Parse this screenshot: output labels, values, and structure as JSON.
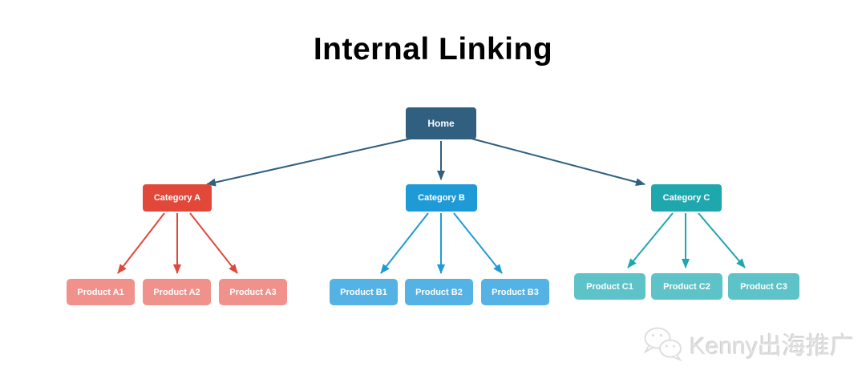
{
  "title": "Internal Linking",
  "tree": {
    "root": {
      "label": "Home"
    },
    "branches": [
      {
        "category": {
          "label": "Category A"
        },
        "products": [
          {
            "label": "Product A1"
          },
          {
            "label": "Product A2"
          },
          {
            "label": "Product A3"
          }
        ]
      },
      {
        "category": {
          "label": "Category B"
        },
        "products": [
          {
            "label": "Product B1"
          },
          {
            "label": "Product B2"
          },
          {
            "label": "Product B3"
          }
        ]
      },
      {
        "category": {
          "label": "Category C"
        },
        "products": [
          {
            "label": "Product C1"
          },
          {
            "label": "Product C2"
          },
          {
            "label": "Product C3"
          }
        ]
      }
    ]
  },
  "colors": {
    "home": "#305F80",
    "home_arrow": "#305F80",
    "category_a": "#E2483A",
    "product_a": "#F0918B",
    "category_b": "#1E9BD7",
    "product_b": "#54B2E4",
    "category_c": "#1FA7AE",
    "product_c": "#5EC3C8",
    "background": "#ffffff",
    "title_text": "#000000",
    "watermark_text": "#dedede"
  },
  "watermark": {
    "text": "Kenny出海推广",
    "icon": "wechat-icon"
  }
}
